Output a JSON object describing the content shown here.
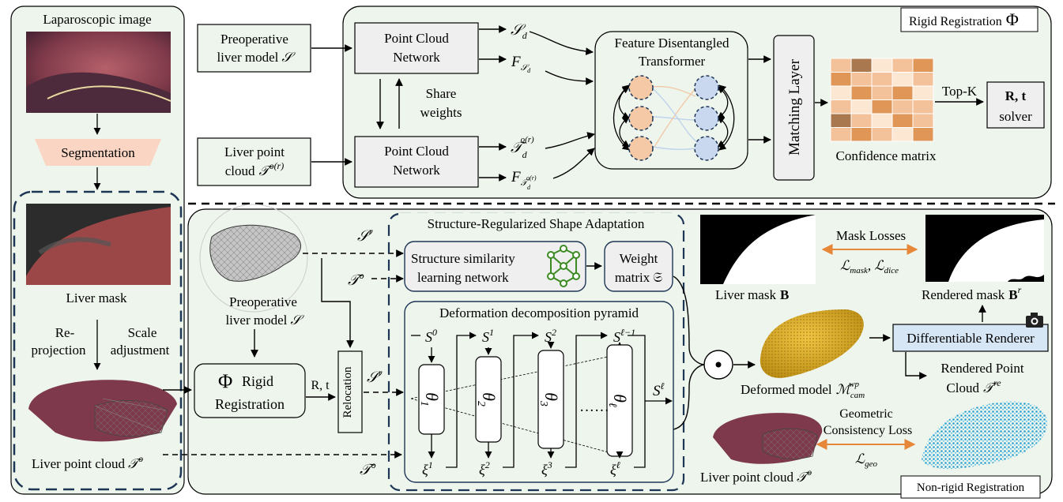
{
  "left_panel": {
    "title": "Laparoscopic image",
    "segmentation": "Segmentation",
    "liver_mask": "Liver mask",
    "reprojection_1": "Re-",
    "reprojection_2": "projection",
    "scale_1": "Scale",
    "scale_2": "adjustment",
    "point_cloud_label": "Liver point cloud",
    "point_cloud_symbol": "𝒯",
    "point_cloud_sup": "o"
  },
  "rigid": {
    "title": "Rigid Registration",
    "title_symbol": "Φ",
    "preop_1": "Preoperative",
    "preop_2": "liver model",
    "preop_symbol": "𝒮",
    "liver_pc_1": "Liver point",
    "liver_pc_2": "cloud",
    "liver_pc_symbol": "𝒯",
    "liver_pc_sup": "o(r)",
    "pcn_1": "Point Cloud",
    "pcn_2": "Network",
    "share_1": "Share",
    "share_2": "weights",
    "s_d": "𝒮",
    "s_d_sub": "d",
    "f_s": "F",
    "f_s_sub": "𝒮",
    "f_s_subsub": "d",
    "t_d": "𝒯",
    "t_d_sub": "d",
    "t_d_sup": "o(r)",
    "f_t": "F",
    "f_t_sub": "𝒯",
    "f_t_subsub": "d",
    "f_t_subsup": "o(r)",
    "fdt_1": "Feature Disentangled",
    "fdt_2": "Transformer",
    "matching": "Matching Layer",
    "confidence": "Confidence matrix",
    "topk": "Top-K",
    "rt": "R, t",
    "solver": "solver"
  },
  "nonrigid": {
    "title": "Non-rigid Registration",
    "preop_1": "Preoperative",
    "preop_2": "liver model",
    "preop_symbol": "𝒮",
    "rigid_symbol": "Φ",
    "rigid_1": "Rigid",
    "rigid_2": "Registration",
    "rt": "R, t",
    "relocation": "Relocation",
    "sr": "𝒮",
    "sr_sup": "r",
    "to": "𝒯",
    "to_sup": "o",
    "ssa_title": "Structure-Regularized Shape Adaptation",
    "ssln_1": "Structure similarity",
    "ssln_2": "learning network",
    "wm_1": "Weight",
    "wm_2": "matrix",
    "wm_symbol": "𝔖",
    "ddp_title": "Deformation decomposition pyramid",
    "levels": [
      {
        "s": "S",
        "s_sup": "0",
        "theta_sub": "1",
        "xi_sup": "1"
      },
      {
        "s": "S",
        "s_sup": "1",
        "theta_sub": "2",
        "xi_sup": "2"
      },
      {
        "s": "S",
        "s_sup": "2",
        "theta_sub": "3",
        "xi_sup": "3"
      },
      {
        "s": "S",
        "s_sup": "ℓ−1",
        "theta_sub": "ℓ",
        "xi_sup": "ℓ"
      }
    ],
    "theta": "θ",
    "xi": "ξ",
    "dots": "······",
    "s_ell": "S",
    "s_ell_sup": "ℓ",
    "odot": "⊙",
    "liver_mask": "Liver mask",
    "liver_mask_symbol": "B",
    "mask_losses": "Mask Losses",
    "l_mask": "ℒ",
    "l_mask_sub": "mask",
    "l_dice": "ℒ",
    "l_dice_sub": "dice",
    "rendered_mask": "Rendered mask",
    "rendered_mask_symbol": "B",
    "rendered_mask_sup": "r",
    "deformed": "Deformed model",
    "deformed_symbol": "ℳ",
    "deformed_sub": "cam",
    "deformed_sup": "wp",
    "diff_renderer": "Differentiable Renderer",
    "rendered_pc_1": "Rendered Point",
    "rendered_pc_2": "Cloud",
    "rendered_pc_symbol": "𝒯",
    "rendered_pc_sup": "re",
    "geo_1": "Geometric",
    "geo_2": "Consistency Loss",
    "l_geo": "ℒ",
    "l_geo_sub": "geo",
    "liver_pc": "Liver point cloud",
    "liver_pc_symbol": "𝒯",
    "liver_pc_sup": "o"
  },
  "colors": {
    "panel_green": "#eef5ec",
    "box_gray": "#efefef",
    "node_orange": "#f6c9a6",
    "node_blue": "#c9d8ee",
    "seg_pink": "#fad5c4",
    "renderer_blue": "#d7e6f5",
    "loss_arrow": "#e6873a",
    "network_green": "#3b8a22"
  },
  "confidence_matrix": [
    [
      1,
      3,
      0,
      1,
      2
    ],
    [
      2,
      1,
      1,
      0,
      1
    ],
    [
      0,
      2,
      1,
      2,
      0
    ],
    [
      1,
      0,
      2,
      1,
      1
    ],
    [
      3,
      1,
      0,
      2,
      1
    ],
    [
      1,
      2,
      1,
      0,
      2
    ]
  ]
}
